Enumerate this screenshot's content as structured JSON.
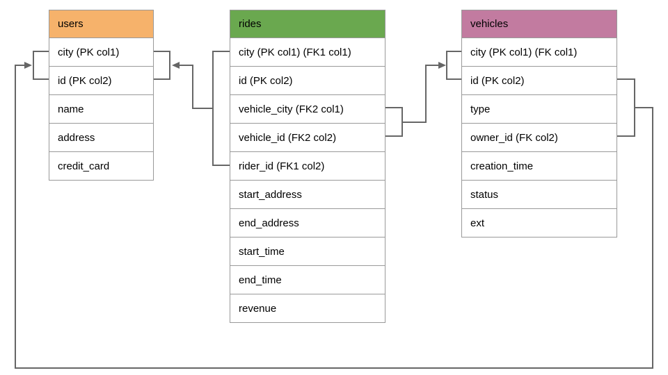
{
  "diagram": {
    "line_color": "#666666",
    "border_color": "#999999",
    "tables": [
      {
        "name": "users",
        "header_color": "#f6b26b",
        "columns": [
          "city (PK col1)",
          "id (PK col2)",
          "name",
          "address",
          "credit_card"
        ]
      },
      {
        "name": "rides",
        "header_color": "#6aa84f",
        "columns": [
          "city (PK col1) (FK1 col1)",
          "id (PK col2)",
          "vehicle_city (FK2 col1)",
          "vehicle_id (FK2 col2)",
          "rider_id (FK1 col2)",
          "start_address",
          "end_address",
          "start_time",
          "end_time",
          "revenue"
        ]
      },
      {
        "name": "vehicles",
        "header_color": "#c27ba0",
        "columns": [
          "city (PK col1) (FK col1)",
          "id (PK col2)",
          "type",
          "owner_id (FK col2)",
          "creation_time",
          "status",
          "ext"
        ]
      }
    ],
    "relationships": [
      {
        "from": "rides (city, rider_id)",
        "to": "users (city, id)"
      },
      {
        "from": "rides (vehicle_city, vehicle_id)",
        "to": "vehicles (city, id)"
      },
      {
        "from": "vehicles (city, owner_id)",
        "to": "users (city, id)"
      }
    ]
  }
}
